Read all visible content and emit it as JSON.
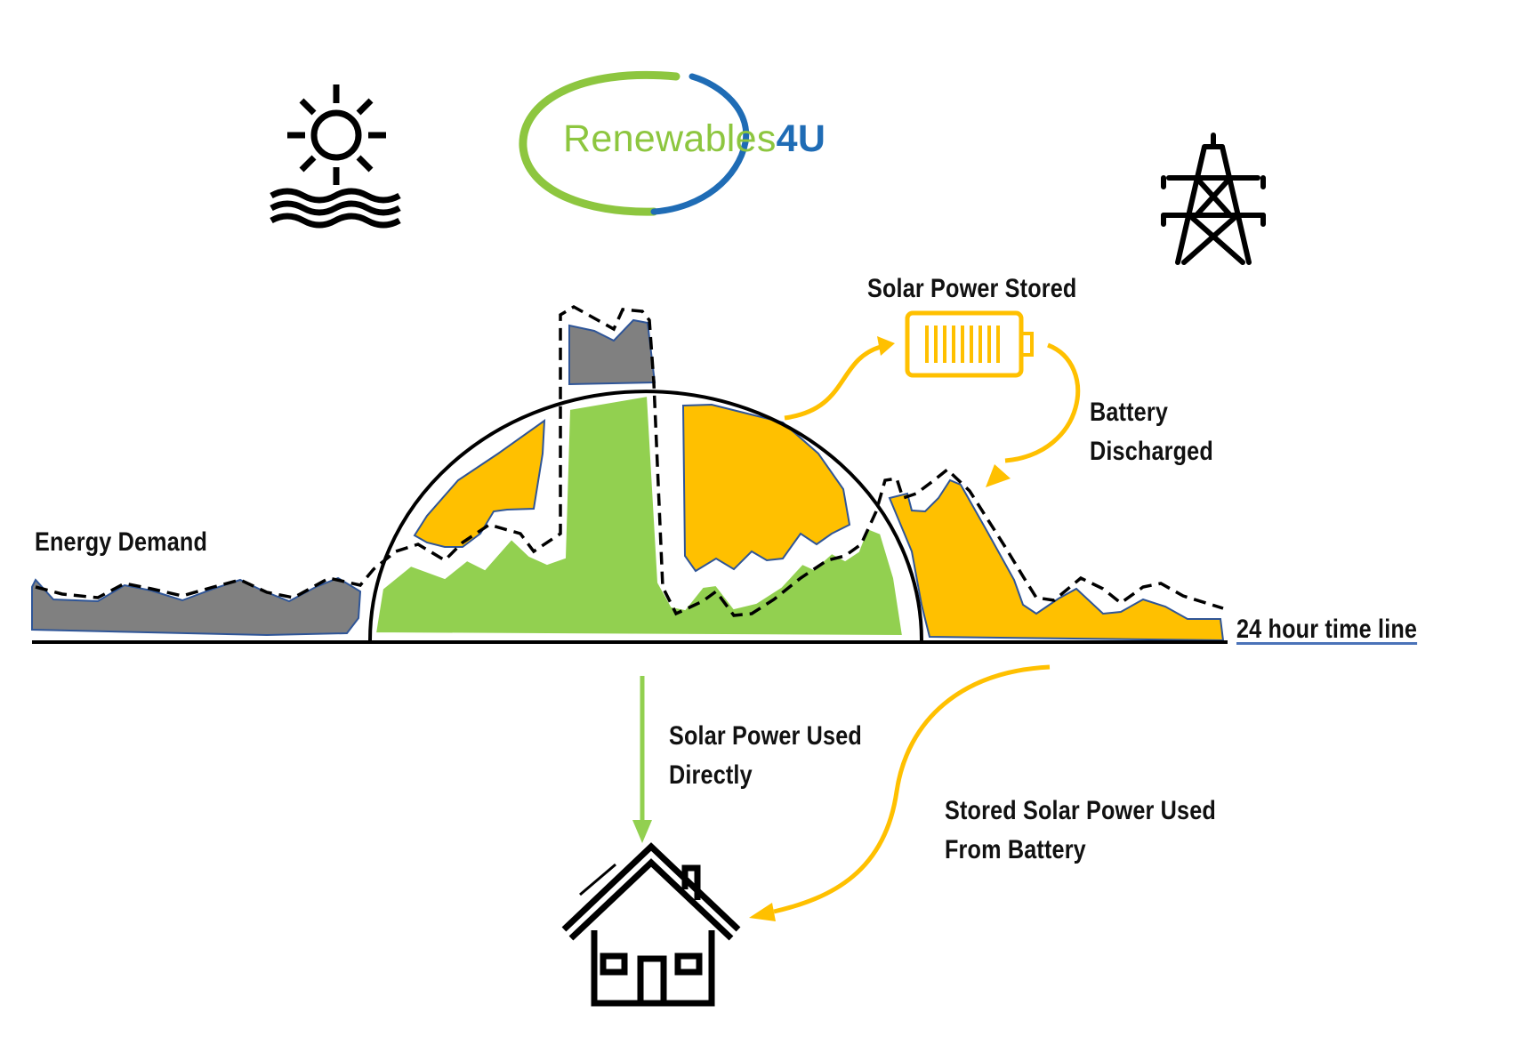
{
  "brand": {
    "name_main": "Renewables",
    "name_accent": "4U",
    "colors": {
      "green": "#8dc63f",
      "blue": "#1f6cb5"
    }
  },
  "icons": [
    "sun-over-water-icon",
    "power-pylon-icon",
    "battery-icon",
    "house-icon"
  ],
  "labels": {
    "energy_demand": "Energy Demand",
    "solar_power_stored": "Solar Power Stored",
    "battery_discharged": [
      "Battery",
      "Discharged"
    ],
    "timeline": "24 hour time line",
    "solar_used_directly": [
      "Solar Power Used",
      "Directly"
    ],
    "stored_used_from_battery": [
      "Stored Solar Power Used",
      "From Battery"
    ]
  },
  "colors": {
    "grid_demand": "#808080",
    "solar_direct": "#92d050",
    "battery_stored": "#ffc000",
    "outline_blue": "#2f5597",
    "arrow_orange": "#ffc000",
    "arrow_green": "#92d050"
  }
}
